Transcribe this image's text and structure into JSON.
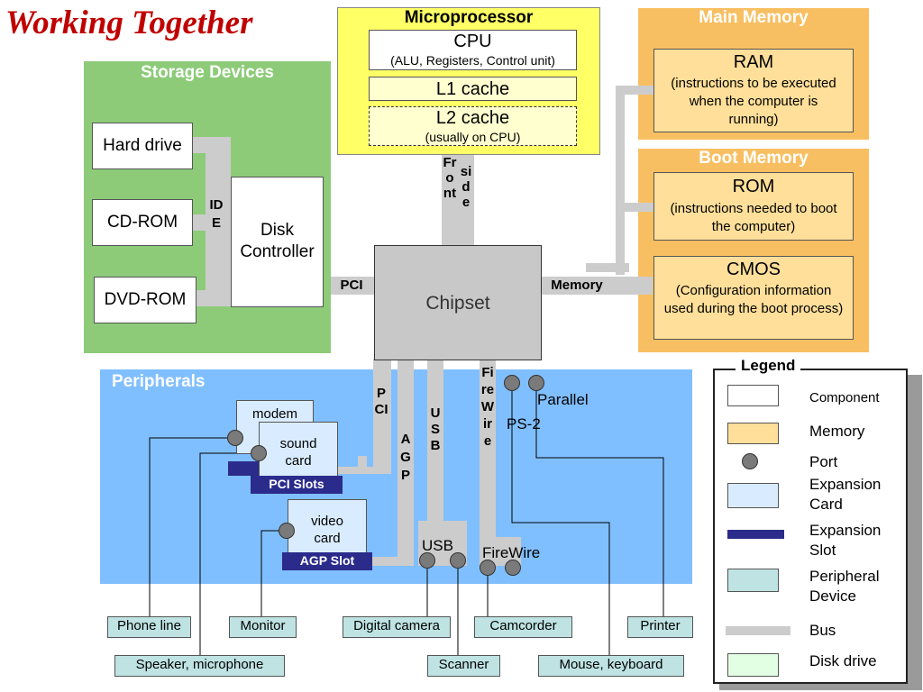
{
  "title": "Working Together",
  "microprocessor": {
    "title": "Microprocessor",
    "cpu": {
      "label": "CPU",
      "sub": "(ALU, Registers, Control unit)"
    },
    "l1": "L1 cache",
    "l2": {
      "label": "L2 cache",
      "sub": "(usually on CPU)"
    }
  },
  "main_memory": {
    "title": "Main Memory",
    "ram": {
      "label": "RAM",
      "sub": "(instructions to be executed when the computer is running)"
    }
  },
  "boot_memory": {
    "title": "Boot Memory",
    "rom": {
      "label": "ROM",
      "sub": "(instructions needed to boot the computer)"
    },
    "cmos": {
      "label": "CMOS",
      "sub": "(Configuration information used during the boot process)"
    }
  },
  "storage": {
    "title": "Storage Devices",
    "hard_drive": "Hard drive",
    "cd_rom": "CD-ROM",
    "dvd_rom": "DVD-ROM",
    "disk_controller": "Disk Controller",
    "ide": "IDE"
  },
  "chipset": "Chipset",
  "buses": {
    "front": "Front",
    "side": "side",
    "pci": "PCI",
    "memory": "Memory",
    "pci_vertical": "PCI",
    "agp": "AGP",
    "usb": "USB",
    "firewire": "FireWire"
  },
  "peripherals_region": {
    "title": "Peripherals",
    "modem": "modem",
    "sound_card": "sound card",
    "pci_slots": "PCI Slots",
    "video_card": "video card",
    "agp_slot": "AGP Slot",
    "usb_port": "USB",
    "firewire_port": "FireWire",
    "parallel": "Parallel",
    "ps2": "PS-2"
  },
  "devices": {
    "phone_line": "Phone line",
    "monitor": "Monitor",
    "digital_camera": "Digital camera",
    "camcorder": "Camcorder",
    "printer": "Printer",
    "speaker_microphone": "Speaker, microphone",
    "scanner": "Scanner",
    "mouse_keyboard": "Mouse, keyboard"
  },
  "legend": {
    "title": "Legend",
    "items": [
      "Component",
      "Memory",
      "Port",
      "Expansion Card",
      "Expansion Slot",
      "Peripheral Device",
      "Bus",
      "Disk drive"
    ]
  },
  "colors": {
    "storage_bg": "#8dcb79",
    "memory_region_bg": "#f8bf62",
    "memory_box_bg": "#ffdf99",
    "microprocessor_bg": "#ffff66",
    "peripherals_bg": "#80bfff",
    "chipset_bg": "#c8c8c8",
    "bus": "#cccccc",
    "slot": "#2b2b8c",
    "title": "#c00000"
  }
}
